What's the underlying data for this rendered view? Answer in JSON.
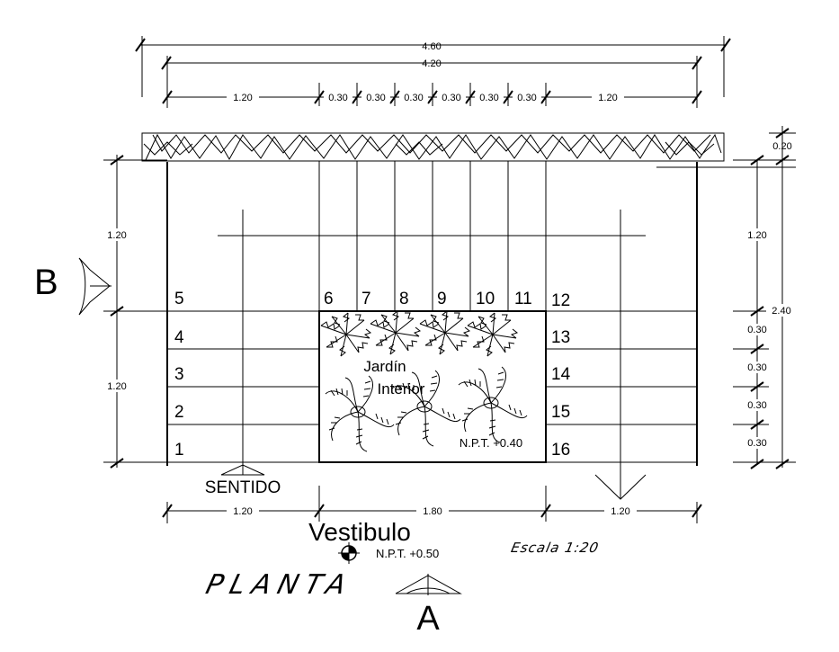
{
  "dimensions": {
    "total_outer": "4.60",
    "total_inner": "4.20",
    "left_segment": "1.20",
    "riser_segments": [
      "0.30",
      "0.30",
      "0.30",
      "0.30",
      "0.30",
      "0.30"
    ],
    "right_segment": "1.20",
    "beam_height": "0.20",
    "left_upper": "1.20",
    "left_lower": "1.20",
    "right_upper": "1.20",
    "right_total": "2.40",
    "right_risers": [
      "0.30",
      "0.30",
      "0.30",
      "0.30"
    ],
    "bottom_left": "1.20",
    "bottom_middle": "1.80",
    "bottom_right": "1.20"
  },
  "steps": {
    "left_column": [
      "5",
      "4",
      "3",
      "2",
      "1"
    ],
    "top_row": [
      "6",
      "7",
      "8",
      "9",
      "10",
      "11"
    ],
    "right_column": [
      "12",
      "13",
      "14",
      "15",
      "16"
    ]
  },
  "garden": {
    "label_line1": "Jardín",
    "label_line2": "Interior",
    "level": "N.P.T. +0.40"
  },
  "direction_label": "SENTIDO",
  "lobby": {
    "name": "Vestibulo",
    "level": "N.P.T. +0.50"
  },
  "scale_note": "Escala 1:20",
  "plan_title": "PLANTA",
  "section_marks": {
    "left": "B",
    "bottom": "A"
  }
}
